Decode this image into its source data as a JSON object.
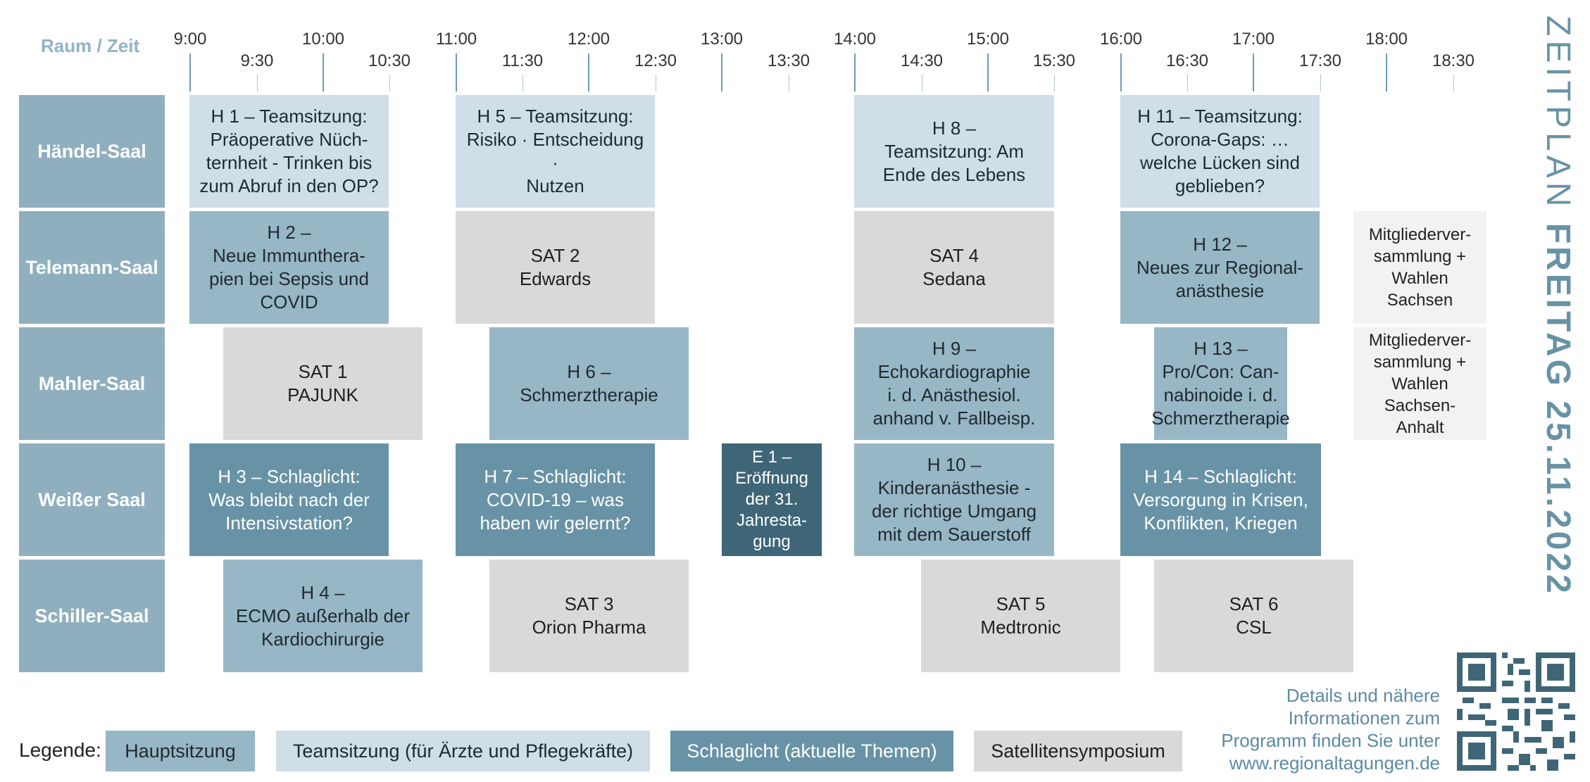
{
  "header": {
    "label": "Raum / Zeit"
  },
  "times_major": [
    "9:00",
    "10:00",
    "11:00",
    "12:00",
    "13:00",
    "14:00",
    "15:00",
    "16:00",
    "17:00",
    "18:00"
  ],
  "times_minor": [
    "9:30",
    "10:30",
    "11:30",
    "12:30",
    "13:30",
    "14:30",
    "15:30",
    "16:30",
    "17:30",
    "18:30"
  ],
  "rooms": [
    "Händel-Saal",
    "Telemann-Saal",
    "Mahler-Saal",
    "Weißer Saal",
    "Schiller-Saal"
  ],
  "sessions": [
    {
      "text": "H 1 – Teamsitzung:\nPräoperative Nüch-\nternheit - Trinken bis\nzum Abruf in den OP?",
      "type": "team"
    },
    {
      "text": "H 5 – Teamsitzung:\nRisiko · Entscheidung ·\nNutzen",
      "type": "team"
    },
    {
      "text": "H 8 –\nTeamsitzung: Am\nEnde des Lebens",
      "type": "team"
    },
    {
      "text": "H 11 – Teamsitzung:\nCorona-Gaps: …\nwelche Lücken sind\ngeblieben?",
      "type": "team"
    },
    {
      "text": "H 2 –\nNeue Immunthera-\npien bei Sepsis und\nCOVID",
      "type": "haupt"
    },
    {
      "text": "SAT 2\nEdwards",
      "type": "sat"
    },
    {
      "text": "SAT 4\nSedana",
      "type": "sat"
    },
    {
      "text": "H 12 –\nNeues zur Regional-\nanästhesie",
      "type": "haupt"
    },
    {
      "text": "Mitgliederver-\nsammlung +\nWahlen\nSachsen",
      "type": "mv"
    },
    {
      "text": "SAT 1\nPAJUNK",
      "type": "sat"
    },
    {
      "text": "H 6 –\nSchmerztherapie",
      "type": "haupt"
    },
    {
      "text": "H 9 –\nEchokardiographie\ni. d. Anästhesiol.\nanhand v. Fallbeisp.",
      "type": "haupt"
    },
    {
      "text": "H 13 –\nPro/Con: Can-\nnabinoide i. d.\nSchmerztherapie",
      "type": "haupt"
    },
    {
      "text": "Mitgliederver-\nsammlung +\nWahlen\nSachsen-Anhalt",
      "type": "mv"
    },
    {
      "text": "H 3 – Schlaglicht:\nWas bleibt nach der\nIntensivstation?",
      "type": "schlag"
    },
    {
      "text": "H 7 – Schlaglicht:\nCOVID-19 – was\nhaben wir gelernt?",
      "type": "schlag"
    },
    {
      "text": "E 1 –\nEröffnung\nder 31.\nJahresta-\ngung",
      "type": "er"
    },
    {
      "text": "H 10 –\nKinderanästhesie -\nder richtige Umgang\nmit dem Sauerstoff",
      "type": "haupt"
    },
    {
      "text": "H 14 – Schlaglicht:\nVersorgung in Krisen,\nKonflikten, Kriegen",
      "type": "schlag"
    },
    {
      "text": "H 4 –\nECMO außerhalb der\nKardiochirurgie",
      "type": "haupt"
    },
    {
      "text": "SAT 3\nOrion Pharma",
      "type": "sat"
    },
    {
      "text": "SAT 5\nMedtronic",
      "type": "sat"
    },
    {
      "text": "SAT 6\nCSL",
      "type": "sat"
    }
  ],
  "side_title": {
    "light": "ZEITPLAN",
    "bold": "FREITAG 25.11.2022"
  },
  "legend": {
    "label": "Legende:",
    "items": [
      "Hauptsitzung",
      "Teamsitzung (für Ärzte und Pflegekräfte)",
      "Schlaglicht (aktuelle Themen)",
      "Satellitensymposium"
    ]
  },
  "info": {
    "text": "Details und nähere\nInformationen zum\nProgramm finden Sie unter\nwww.regionaltagungen.de"
  },
  "colors": {
    "hauptsitzung": "#97B6C6",
    "teamsitzung": "#CFDEE7",
    "schlaglicht": "#6893A6",
    "satellitensymposium": "#D9D9D9",
    "eroeffnung": "#3F6677",
    "mitgliederversammlung": "#F2F2F2",
    "room_header": "#8FAFBE",
    "accent": "#6893A6"
  },
  "icons": {
    "qr": "qr-code-icon"
  }
}
